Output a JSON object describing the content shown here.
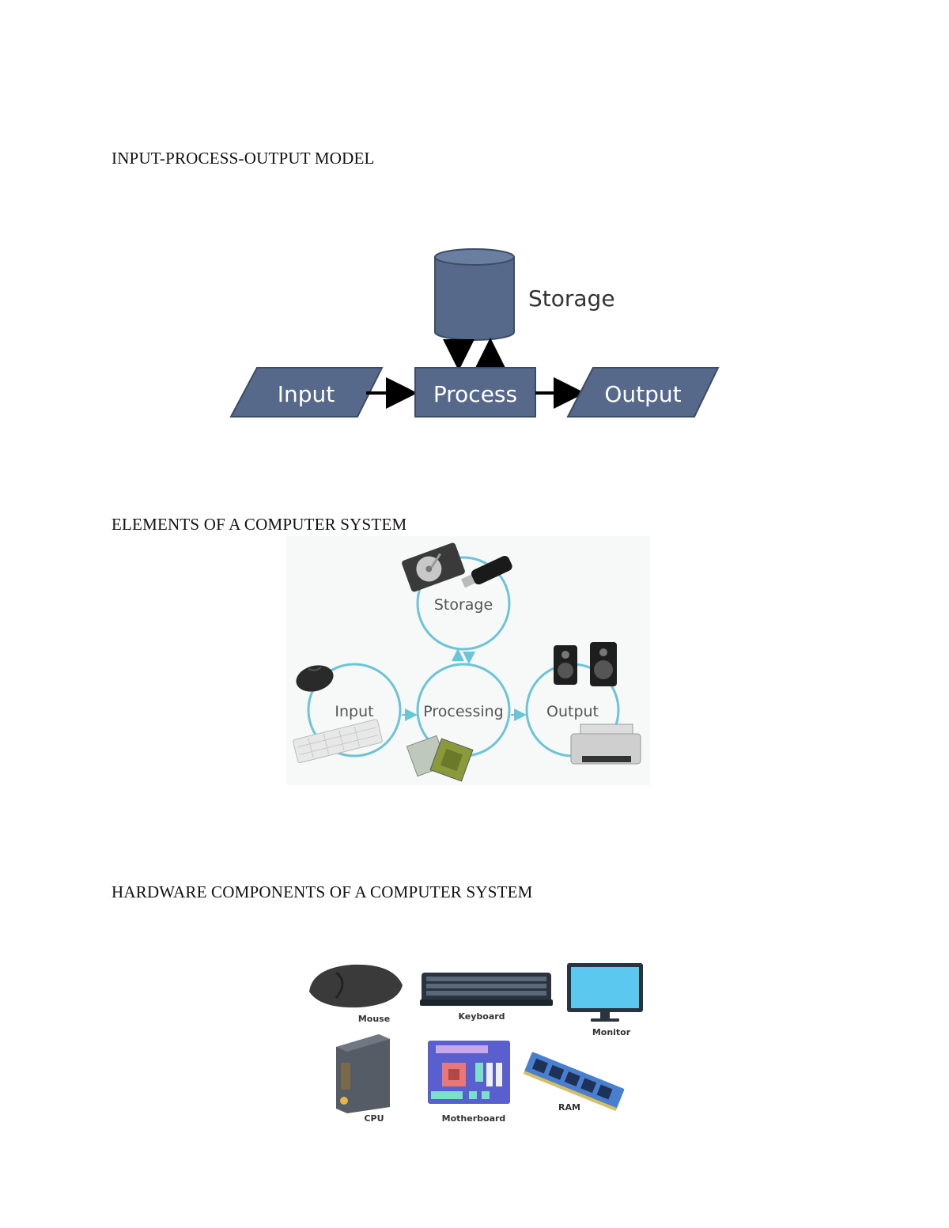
{
  "sections": {
    "ipo_heading": "INPUT-PROCESS-OUTPUT MODEL",
    "elements_heading": "ELEMENTS OF A COMPUTER SYSTEM",
    "hardware_heading": "HARDWARE COMPONENTS OF A COMPUTER SYSTEM"
  },
  "ipo_diagram": {
    "storage": "Storage",
    "input": "Input",
    "process": "Process",
    "output": "Output",
    "colors": {
      "shape_fill": "#56698a",
      "shape_stroke": "#3c4b66",
      "arrow": "#000000"
    }
  },
  "elements_diagram": {
    "storage": "Storage",
    "input": "Input",
    "processing": "Processing",
    "output": "Output",
    "icons": [
      "hard-drive-icon",
      "usb-drive-icon",
      "mouse-icon",
      "keyboard-icon",
      "cpu-chip-icon",
      "speakers-icon",
      "printer-icon"
    ],
    "colors": {
      "circle": "#6cc4d8",
      "arrow": "#6cc4d8"
    }
  },
  "hardware_diagram": {
    "mouse": "Mouse",
    "keyboard": "Keyboard",
    "monitor": "Monitor",
    "cpu": "CPU",
    "motherboard": "Motherboard",
    "ram": "RAM",
    "colors": {
      "monitor_screen": "#5bc8f0",
      "motherboard": "#5a5fd0",
      "ram": "#4a7fd0",
      "cpu_case": "#555c66"
    }
  }
}
